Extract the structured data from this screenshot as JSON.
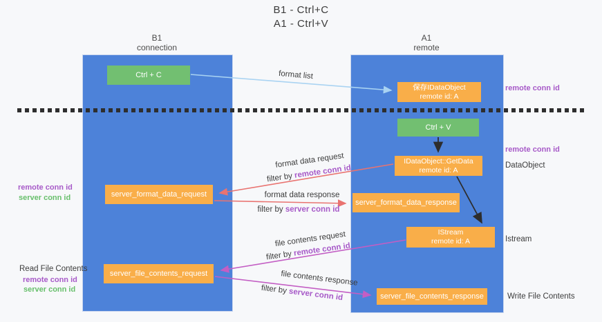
{
  "title": {
    "line1": "B1 - Ctrl+C",
    "line2": "A1 - Ctrl+V"
  },
  "colors": {
    "lane_blue": "#4d82d9",
    "box_green": "#72bf71",
    "box_orange": "#f9ae49",
    "arrow_light_blue": "#a9d3f2",
    "arrow_red": "#e97370",
    "arrow_magenta": "#c35ec4",
    "arrow_black": "#2d2d2d",
    "text_purple": "#a75ac8",
    "text_green": "#67bf6b"
  },
  "lanes": {
    "b1": {
      "title": "B1",
      "subtitle": "connection"
    },
    "a1": {
      "title": "A1",
      "subtitle": "remote"
    }
  },
  "boxes": {
    "ctrl_c": {
      "label": "Ctrl + C"
    },
    "save_idataobject": {
      "line1": "保存IDataObject",
      "line2": "remote id: A"
    },
    "ctrl_v": {
      "label": "Ctrl + V"
    },
    "getdata": {
      "line1": "IDataObject::GetData",
      "line2": "remote id: A"
    },
    "server_format_data_request": {
      "label": "server_format_data_request"
    },
    "server_format_data_response": {
      "label": "server_format_data_response"
    },
    "istream": {
      "line1": "IStream",
      "line2": "remote id: A"
    },
    "server_file_contents_request": {
      "label": "server_file_contents_request"
    },
    "server_file_contents_response": {
      "label": "server_file_contents_response"
    }
  },
  "flow_labels": {
    "format_list": "format list",
    "format_data_request": "format data request",
    "format_data_request_filter_prefix": "filter by ",
    "format_data_request_filter_key": "remote conn id",
    "format_data_response": "format data response",
    "format_data_response_filter_prefix": "filter by ",
    "format_data_response_filter_key": "server conn id",
    "file_contents_request": "file contents request",
    "file_contents_request_filter_prefix": "filter by ",
    "file_contents_request_filter_key": "remote conn id",
    "file_contents_response": "file contents response",
    "file_contents_response_filter_prefix": "filter by ",
    "file_contents_response_filter_key": "server conn id"
  },
  "side_labels": {
    "right_remote_conn_id_top": "remote conn id",
    "right_remote_conn_id_mid": "remote conn id",
    "right_dataobject": "DataObject",
    "right_istream": "Istream",
    "right_write_file_contents": "Write File Contents",
    "left_remote_conn_id_mid": "remote conn id",
    "left_server_conn_id_mid": "server conn id",
    "left_read_file_contents": "Read File Contents",
    "left_remote_conn_id_bottom": "remote conn id",
    "left_server_conn_id_bottom": "server conn id"
  }
}
